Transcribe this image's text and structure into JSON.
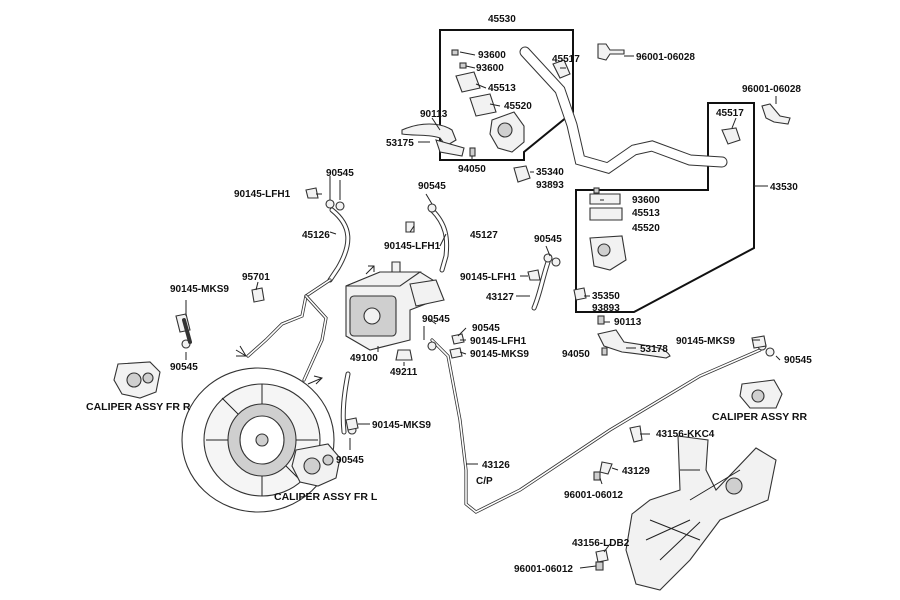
{
  "labels": {
    "p45530": "45530",
    "p93600a": "93600",
    "p93600b": "93600",
    "p45513a": "45513",
    "p45520a": "45520",
    "p45517a": "45517",
    "p96001_06028a": "96001-06028",
    "p96001_06028b": "96001-06028",
    "p45517b": "45517",
    "p90113a": "90113",
    "p53175": "53175",
    "p94050a": "94050",
    "p35340": "35340",
    "p93893a": "93893",
    "p43530": "43530",
    "p93600c": "93600",
    "p45513b": "45513",
    "p45520b": "45520",
    "p90545a": "90545",
    "p90145_lfh1a": "90145-LFH1",
    "p45126": "45126",
    "p90545b": "90545",
    "p90145_lfh1b": "90145-LFH1",
    "p45127": "45127",
    "p90545c": "90545",
    "p90145_lfh1c": "90145-LFH1",
    "p43127": "43127",
    "p35350": "35350",
    "p93893b": "93893",
    "p90113b": "90113",
    "p94050b": "94050",
    "p53178": "53178",
    "p95701": "95701",
    "p90145_mks9a": "90145-MKS9",
    "p90545d": "90545",
    "p90545e": "90545",
    "p90545f": "90545",
    "p90145_lfh1d": "90145-LFH1",
    "p90145_mks9b": "90145-MKS9",
    "p49100": "49100",
    "p49211": "49211",
    "p90145_mks9c": "90145-MKS9",
    "p90545g": "90545",
    "p90545h": "90545",
    "p90145_mks9d": "90145-MKS9",
    "p43156_kkc4": "43156-KKC4",
    "p43129": "43129",
    "p96001_06012a": "96001-06012",
    "p43126": "43126",
    "cp": "C/P",
    "p43156_ldb2": "43156-LDB2",
    "p96001_06012b": "96001-06012"
  },
  "captions": {
    "caliper_fr_r": "CALIPER ASSY FR R",
    "caliper_fr_l": "CALIPER ASSY FR L",
    "caliper_rr": "CALIPER ASSY RR"
  },
  "colors": {
    "ink": "#111111",
    "part_fill": "#f2f2f2",
    "part_dark": "#cfcfcf",
    "background": "#ffffff"
  }
}
